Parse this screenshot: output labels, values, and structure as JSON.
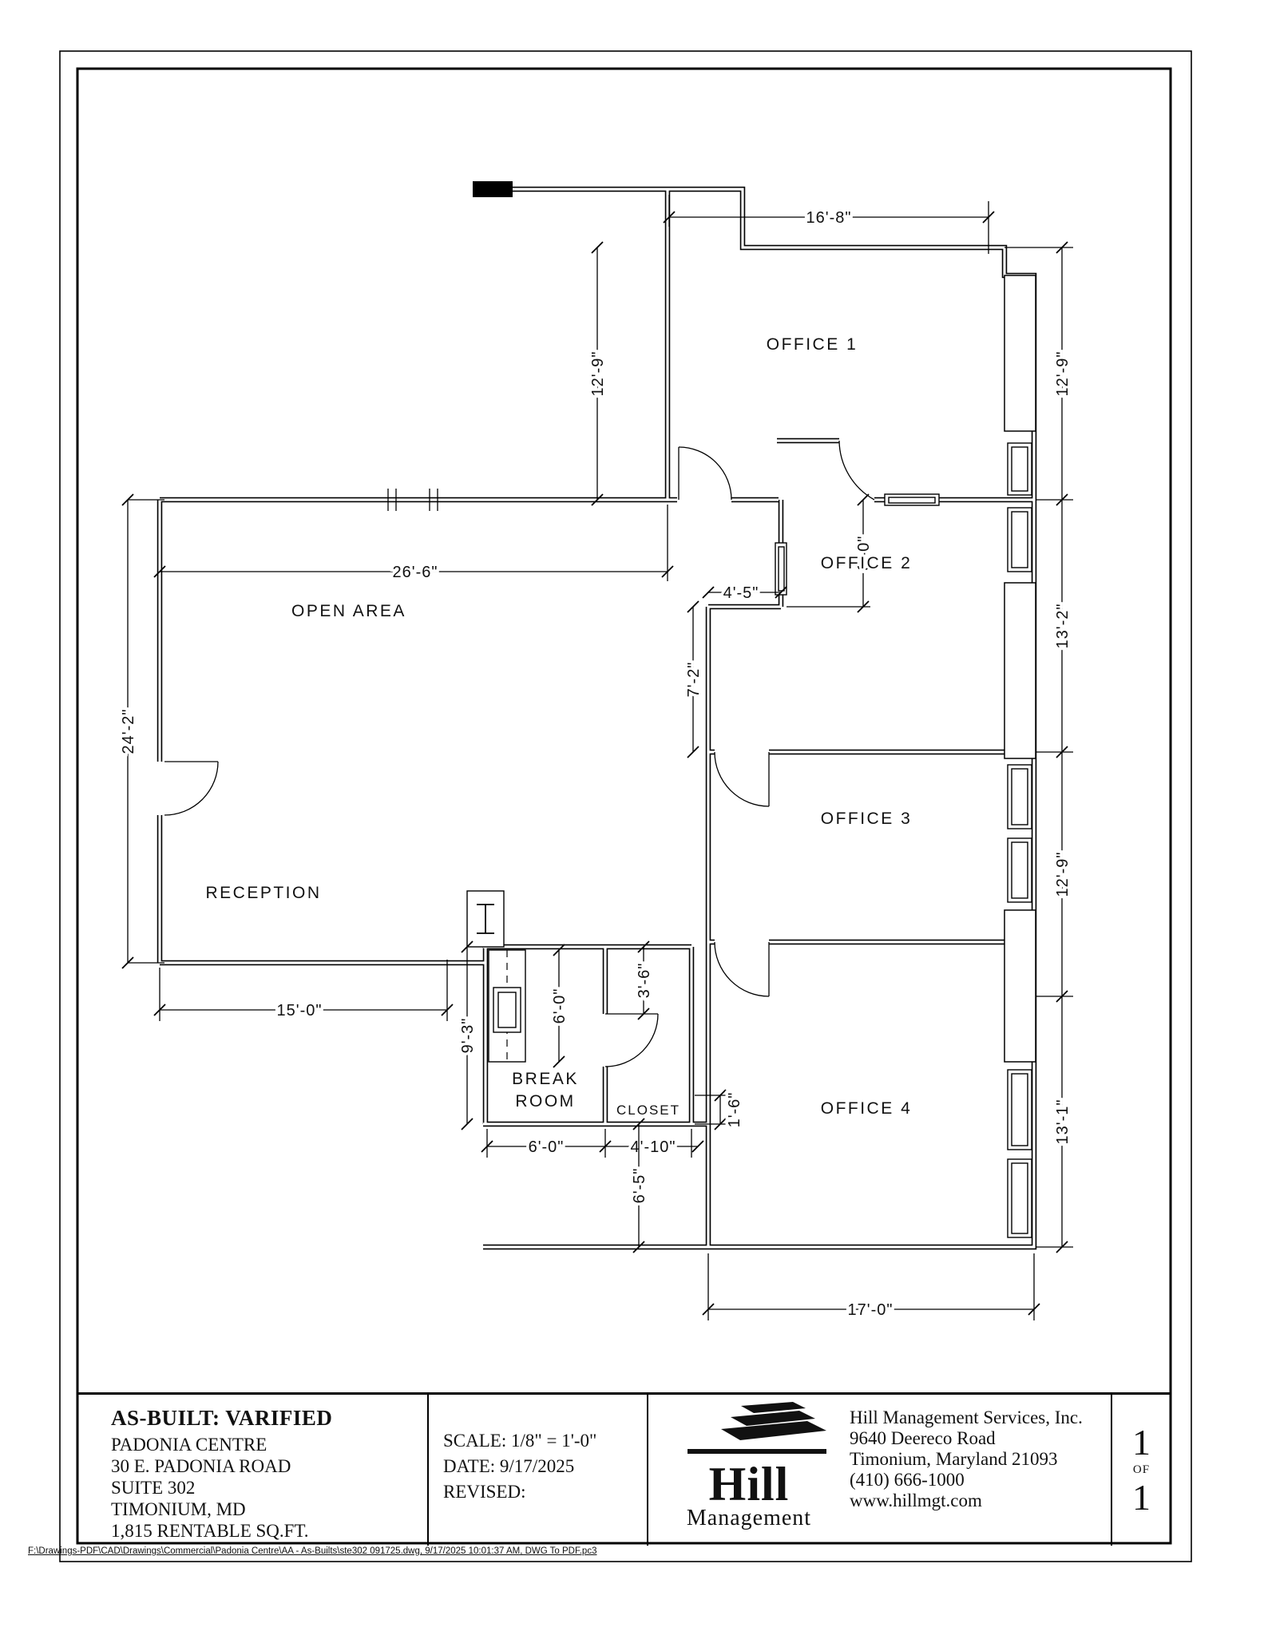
{
  "page": {
    "sheet_number": "1",
    "of_label": "OF",
    "sheet_total": "1"
  },
  "title_block": {
    "status": "AS-BUILT: VARIFIED",
    "property": "PADONIA CENTRE",
    "address_line1": "30 E. PADONIA ROAD",
    "address_line2": "SUITE 302",
    "address_line3": "TIMONIUM, MD",
    "area": "1,815 RENTABLE SQ.FT.",
    "scale": "SCALE: 1/8\" = 1'-0\"",
    "date": "DATE: 9/17/2025",
    "revised": "REVISED:",
    "logo": {
      "name": "Hill",
      "sub": "Management"
    },
    "company": {
      "name": "Hill Management Services, Inc.",
      "street": "9640 Deereco Road",
      "city": "Timonium, Maryland  21093",
      "phone": "(410) 666-1000",
      "web": "www.hillmgt.com"
    }
  },
  "footer_path": "F:\\Drawings-PDF\\CAD\\Drawings\\Commercial\\Padonia Centre\\AA - As-Builts\\ste302 091725.dwg, 9/17/2025 10:01:37 AM, DWG To PDF.pc3",
  "plan": {
    "rooms": {
      "office1": "OFFICE 1",
      "office2": "OFFICE 2",
      "office3": "OFFICE 3",
      "office4": "OFFICE 4",
      "open_area": "OPEN AREA",
      "reception": "RECEPTION",
      "break_line1": "BREAK",
      "break_line2": "ROOM",
      "closet": "CLOSET"
    },
    "dims": {
      "top_width": "16'-8\"",
      "o1_left": "12'-9\"",
      "o1_right": "12'-9\"",
      "open_width": "26'-6\"",
      "entry_jog": "4'-5\"",
      "entry_depth": "6'-0\"",
      "o2_right": "13'-2\"",
      "o2_wall": "7'-2\"",
      "recep_height": "24'-2\"",
      "o3_right": "12'-9\"",
      "recep_width": "15'-0\"",
      "break_depth": "9'-3\"",
      "counter_len": "6'-0\"",
      "closet_wall": "3'-6\"",
      "closet_offset": "1'-6\"",
      "break_width": "6'-0\"",
      "closet_width": "4'-10\"",
      "o4_left": "6'-5\"",
      "o4_right": "13'-1\"",
      "o4_width": "17'-0\""
    }
  }
}
